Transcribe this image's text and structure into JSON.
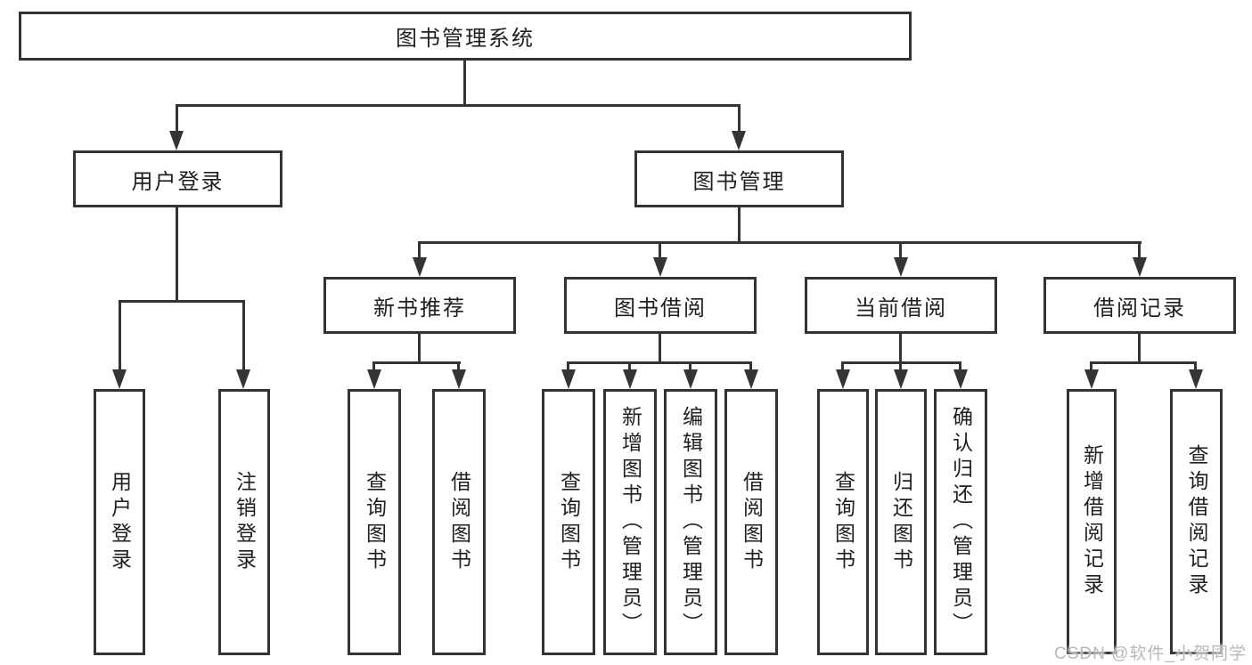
{
  "diagram": {
    "root": {
      "label": "图书管理系统"
    },
    "branches": [
      {
        "label": "用户登录",
        "leaves": [
          {
            "label": "用户登录"
          },
          {
            "label": "注销登录"
          }
        ]
      },
      {
        "label": "图书管理",
        "groups": [
          {
            "label": "新书推荐",
            "leaves": [
              {
                "label": "查询图书"
              },
              {
                "label": "借阅图书"
              }
            ]
          },
          {
            "label": "图书借阅",
            "leaves": [
              {
                "label": "查询图书"
              },
              {
                "label": "新增图书（管理员）"
              },
              {
                "label": "编辑图书（管理员）"
              },
              {
                "label": "借阅图书"
              }
            ]
          },
          {
            "label": "当前借阅",
            "leaves": [
              {
                "label": "查询图书"
              },
              {
                "label": "归还图书"
              },
              {
                "label": "确认归还（管理员）"
              }
            ]
          },
          {
            "label": "借阅记录",
            "leaves": [
              {
                "label": "新增借阅记录"
              },
              {
                "label": "查询借阅记录"
              }
            ]
          }
        ]
      }
    ]
  },
  "watermark": {
    "text": "CSDN @软件_小贺同学"
  },
  "colors": {
    "line": "#343434",
    "text": "#1f1f1f",
    "watermark": "#b9b9b9",
    "background": "#ffffff"
  }
}
